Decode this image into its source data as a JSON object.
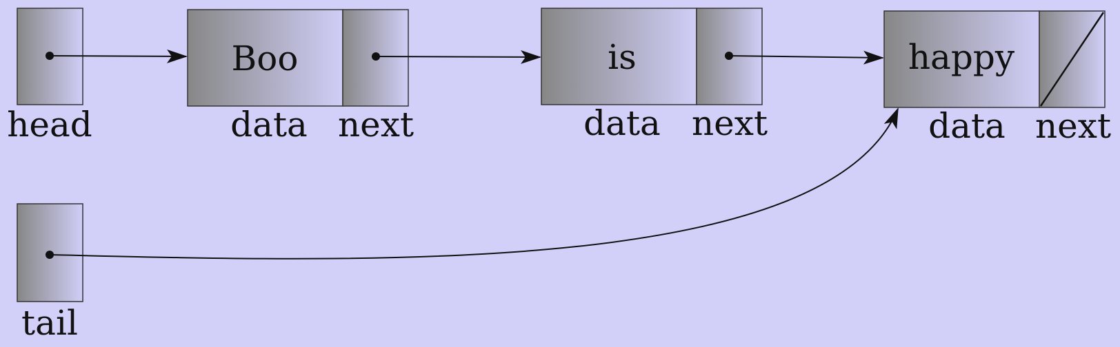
{
  "pointers": [
    {
      "id": "head",
      "label": "head"
    },
    {
      "id": "tail",
      "label": "tail"
    }
  ],
  "nodes": [
    {
      "data": "Boo",
      "data_label": "data",
      "next_label": "next",
      "next_is_null": false
    },
    {
      "data": "is",
      "data_label": "data",
      "next_label": "next",
      "next_is_null": false
    },
    {
      "data": "happy",
      "data_label": "data",
      "next_label": "next",
      "next_is_null": true
    }
  ],
  "colors": {
    "background": "#d2d0f9",
    "cell_dark": "#8a8a8a",
    "cell_light": "#cfcdf5",
    "stroke": "#111111"
  }
}
